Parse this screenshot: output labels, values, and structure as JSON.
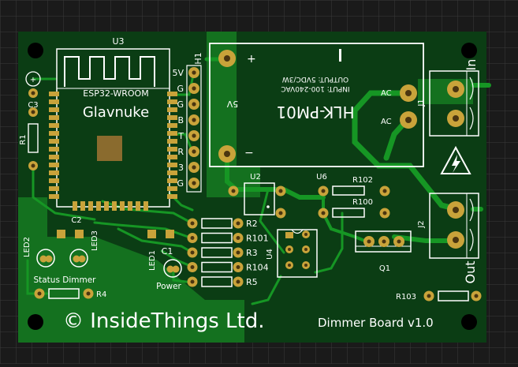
{
  "colors": {
    "background": "#1a1a1a",
    "grid": "#3a3a3a",
    "board": "#0b3d14",
    "copper_pour": "#14711f",
    "trace": "#169624",
    "pad": "#c9a33a",
    "pad_hole": "#4a3510",
    "silkscreen": "#ffffff"
  },
  "module": {
    "ref": "U3",
    "name": "ESP32-WROOM",
    "label": "Glavnuke"
  },
  "header": {
    "ref": "H1",
    "pins": [
      "5V",
      "G",
      "G",
      "B",
      "T",
      "R",
      "3",
      "G"
    ]
  },
  "psu": {
    "name": "HLK-PM01",
    "input": "INPUT: 100-240VAC",
    "output": "OUTPUT: 5VDC/3W",
    "ac1": "AC",
    "ac2": "AC",
    "plus": "+",
    "minus": "−",
    "v": "5V"
  },
  "refs": {
    "c3": "C3",
    "r1": "R1",
    "c2": "C2",
    "led2": "LED2",
    "led3": "LED3",
    "led1": "LED1",
    "c1": "C1",
    "u2": "U2",
    "u6": "U6",
    "u4": "U4",
    "r102": "R102",
    "r100": "R100",
    "q1": "Q1",
    "j1": "J1",
    "j2": "J2",
    "r103": "R103",
    "r4": "R4"
  },
  "resistor_stack": [
    "R2",
    "R101",
    "R3",
    "R104",
    "R5"
  ],
  "labels": {
    "status_dimmer": "Status Dimmer",
    "power": "Power",
    "in": "In",
    "out": "Out",
    "copyright": "© InsideThings Ltd.",
    "board": "Dimmer Board v1.0"
  }
}
